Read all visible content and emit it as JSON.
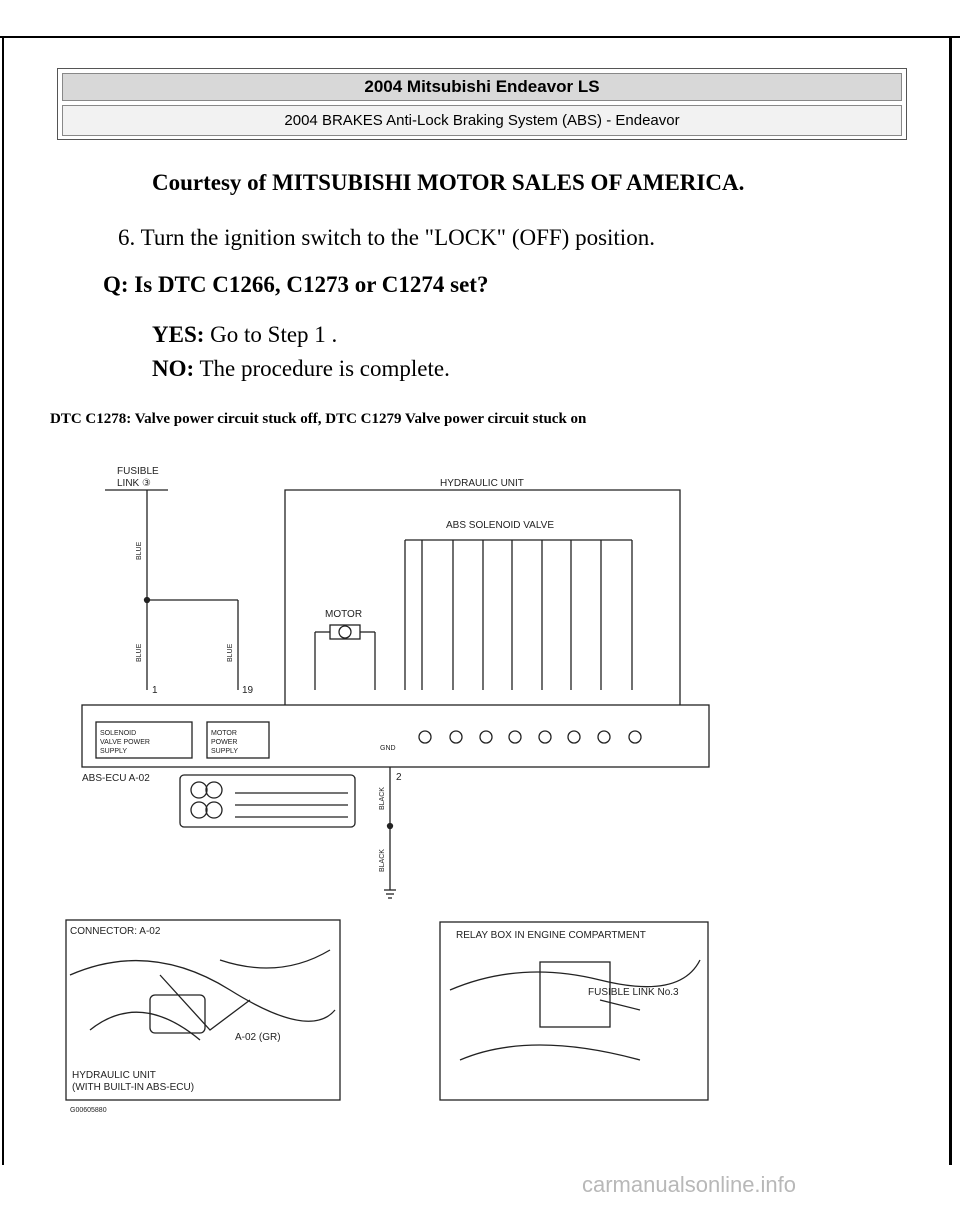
{
  "header": {
    "title": "2004 Mitsubishi Endeavor LS",
    "subtitle": "2004 BRAKES Anti-Lock Braking System (ABS) - Endeavor"
  },
  "content": {
    "courtesy": "Courtesy of MITSUBISHI MOTOR SALES OF AMERICA.",
    "step6": "6.  Turn the ignition switch to the \"LOCK\" (OFF) position.",
    "question": "Q: Is DTC C1266, C1273 or C1274 set?",
    "yes_label": "YES:",
    "yes_text": " Go to Step 1 .",
    "no_label": "NO:",
    "no_text": " The procedure is complete.",
    "dtc_heading": "DTC C1278: Valve power circuit stuck off, DTC C1279 Valve power circuit stuck on"
  },
  "diagram": {
    "fusible_link_1": "FUSIBLE",
    "fusible_link_2": "LINK ③",
    "hydraulic_unit": "HYDRAULIC UNIT",
    "abs_solenoid_valve": "ABS SOLENOID VALVE",
    "motor": "MOTOR",
    "wire_blue": "BLUE",
    "wire_black": "BLACK",
    "pin_1": "1",
    "pin_19": "19",
    "pin_2": "2",
    "gnd": "GND",
    "solenoid_supply_1": "SOLENOID",
    "solenoid_supply_2": "VALVE POWER",
    "solenoid_supply_3": "SUPPLY",
    "motor_supply_1": "MOTOR",
    "motor_supply_2": "POWER",
    "motor_supply_3": "SUPPLY",
    "abs_ecu": "ABS-ECU  A-02",
    "connector_label": "CONNECTOR: A-02",
    "connector_callout": "A-02 (GR)",
    "hydraulic_caption_1": "HYDRAULIC UNIT",
    "hydraulic_caption_2": "(WITH BUILT-IN ABS-ECU)",
    "relay_box": "RELAY BOX IN ENGINE COMPARTMENT",
    "fusible_link_no3": "FUSIBLE LINK No.3",
    "figure_code": "G00605880"
  },
  "footer": {
    "watermark": "carmanualsonline.info"
  }
}
